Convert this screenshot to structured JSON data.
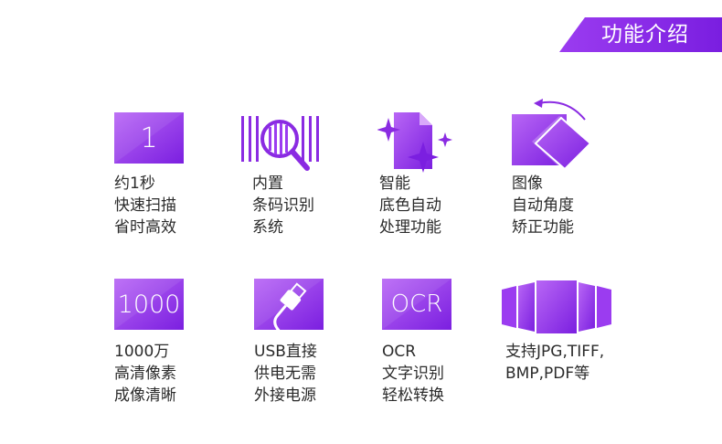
{
  "banner": {
    "title": "功能介绍"
  },
  "colors": {
    "accent": "#8a2be2",
    "accent_light": "#b45cf2",
    "text": "#2b2b2b"
  },
  "features": [
    {
      "icon": "number-1-icon",
      "icon_text": "1",
      "lines": [
        "约1秒",
        "快速扫描",
        "省时高效"
      ]
    },
    {
      "icon": "barcode-scan-icon",
      "lines": [
        "内置",
        "条码识别",
        "系统"
      ]
    },
    {
      "icon": "smart-document-sparkle-icon",
      "lines": [
        "智能",
        "底色自动",
        "处理功能"
      ]
    },
    {
      "icon": "rotate-page-icon",
      "lines": [
        "图像",
        "自动角度",
        "矫正功能"
      ]
    },
    {
      "icon": "resolution-1000-icon",
      "icon_text": "1000",
      "lines": [
        "1000万",
        "高清像素",
        "成像清晰"
      ]
    },
    {
      "icon": "usb-cable-icon",
      "lines": [
        "USB直接",
        "供电无需",
        "外接电源"
      ]
    },
    {
      "icon": "ocr-icon",
      "icon_text": "OCR",
      "lines": [
        "OCR",
        "文字识别",
        "轻松转换"
      ]
    },
    {
      "icon": "image-formats-icon",
      "lines": [
        "支持JPG,TIFF,",
        "BMP,PDF等"
      ]
    }
  ]
}
